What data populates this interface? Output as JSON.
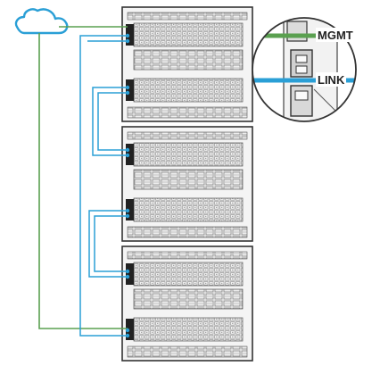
{
  "labels": {
    "mgmt": "MGMT",
    "link": "LINK"
  },
  "icons": [
    "cloud-icon"
  ],
  "colors": {
    "mgmt_cable": "#5aa050",
    "link_cable": "#2a9fd6",
    "cloud": "#2a9fd6"
  },
  "enclosures": [
    {
      "name": "enclosure-1",
      "frame_links": 2
    },
    {
      "name": "enclosure-2",
      "frame_links": 2
    },
    {
      "name": "enclosure-3",
      "frame_links": 2
    }
  ]
}
